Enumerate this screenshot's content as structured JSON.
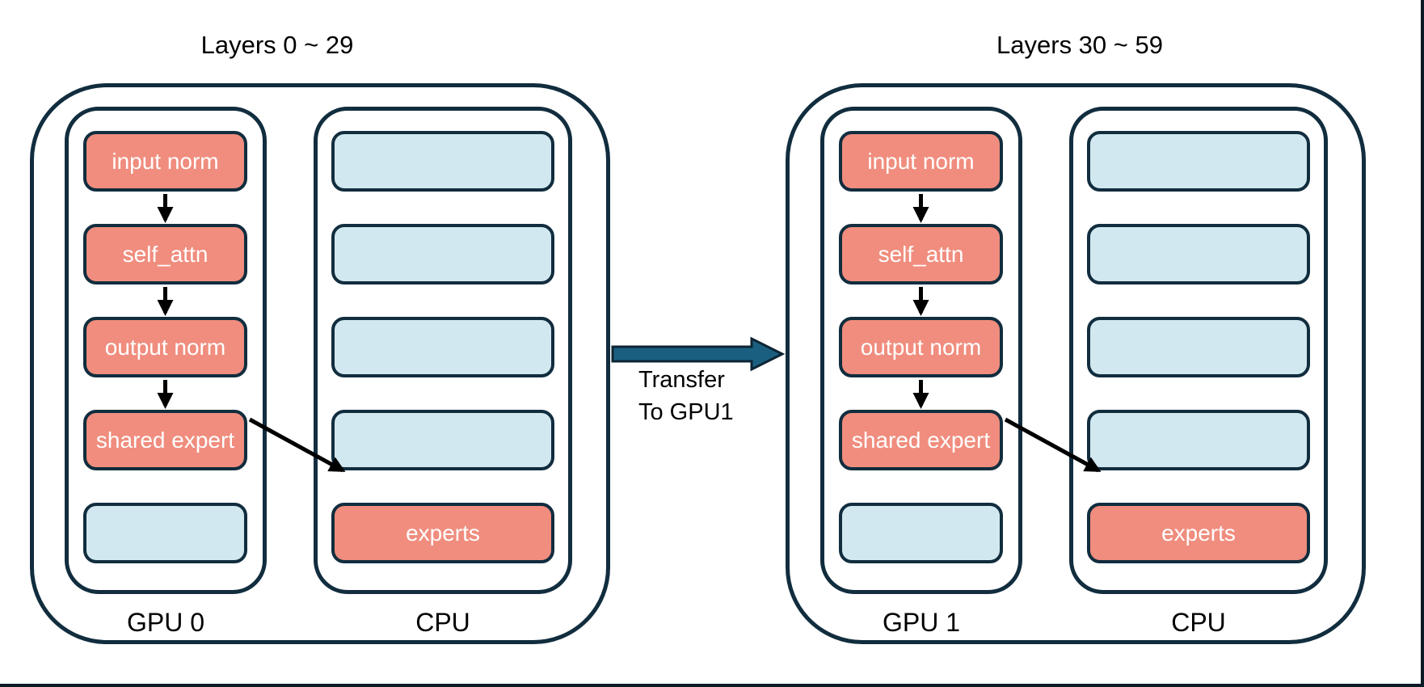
{
  "colors": {
    "border_navy": "#112d3e",
    "block_salmon": "#f08d7e",
    "block_blue": "#d2e8f0",
    "transfer_arrow_teal": "#1b5f80",
    "flow_arrow_black": "#000000",
    "page_edge_line": "#0a1b26"
  },
  "transfer": {
    "line1": "Transfer",
    "line2": "To GPU1"
  },
  "groups": [
    {
      "title": "Layers 0 ~ 29",
      "gpu_label": "GPU 0",
      "cpu_label": "CPU",
      "gpu_blocks": [
        "input norm",
        "self_attn",
        "output norm",
        "shared expert",
        ""
      ],
      "cpu_blocks": [
        "",
        "",
        "",
        "",
        "experts"
      ]
    },
    {
      "title": "Layers 30 ~ 59",
      "gpu_label": "GPU 1",
      "cpu_label": "CPU",
      "gpu_blocks": [
        "input norm",
        "self_attn",
        "output norm",
        "shared expert",
        ""
      ],
      "cpu_blocks": [
        "",
        "",
        "",
        "",
        "experts"
      ]
    }
  ]
}
